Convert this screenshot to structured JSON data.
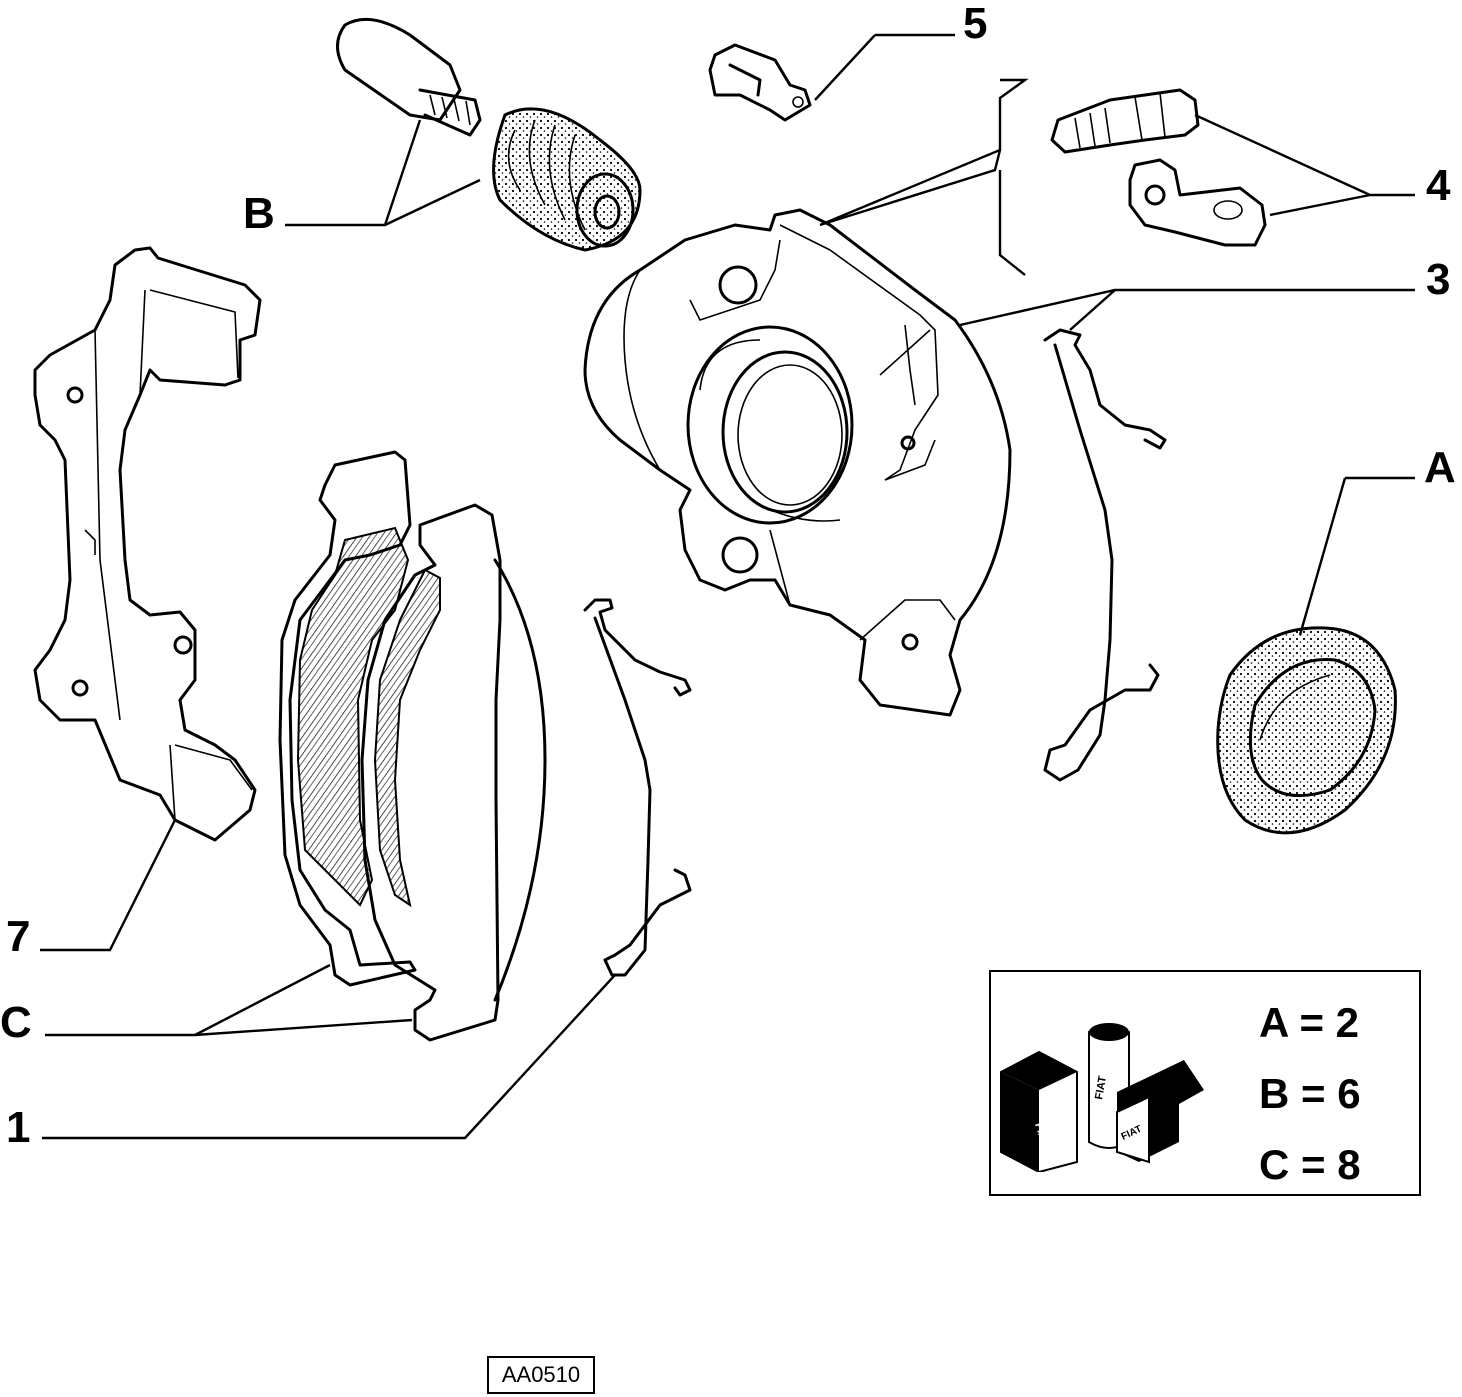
{
  "callouts": {
    "c5": "5",
    "cB": "B",
    "c4": "4",
    "c3": "3",
    "cA": "A",
    "c7": "7",
    "cC": "C",
    "c1": "1"
  },
  "kit": {
    "rows": [
      "A = 2",
      "B = 6",
      "C = 8"
    ],
    "icon_brand": "FIAT"
  },
  "reference_code": "AA0510",
  "icons": {
    "kit_icon": "spare-parts-kit-icon"
  }
}
